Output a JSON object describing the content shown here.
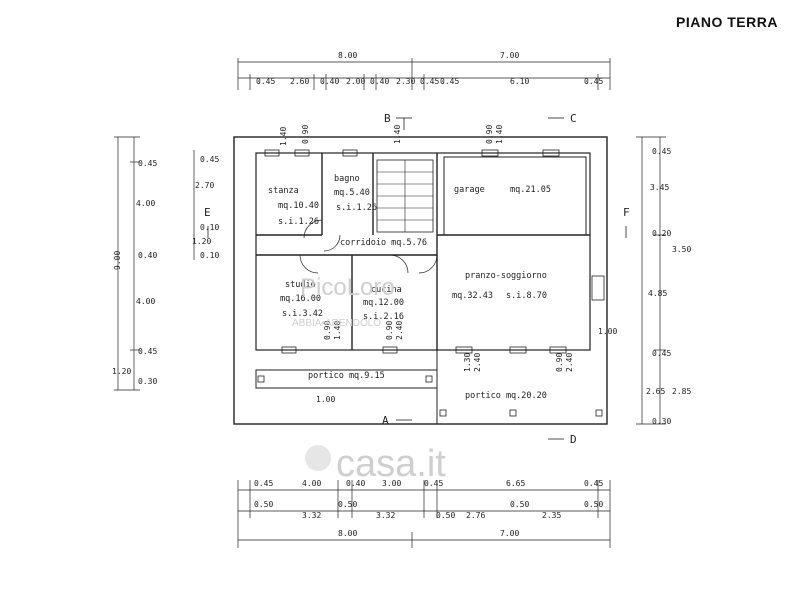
{
  "floor_title": "PIANO TERRA",
  "rooms": {
    "stanza": {
      "name": "stanza",
      "area": "mq.10.40",
      "si": "s.i.1.26"
    },
    "bagno": {
      "name": "bagno",
      "area": "mq.5.40",
      "si": "s.i.1.26"
    },
    "garage": {
      "name": "garage",
      "area": "mq.21.05"
    },
    "corridoio": {
      "name": "corridoio mq.5.76"
    },
    "studio": {
      "name": "studio",
      "area": "mq.16.00",
      "si": "s.i.3.42"
    },
    "cucina": {
      "name": "cucina",
      "area": "mq.12.00",
      "si": "s.i.2.16"
    },
    "pranzo": {
      "name": "pranzo-soggiorno",
      "area": "mq.32.43",
      "si": "s.i.8.70"
    },
    "portico1": {
      "name": "portico mq.9.15"
    },
    "portico2": {
      "name": "portico mq.20.20"
    }
  },
  "sections": {
    "a": "A",
    "b": "B",
    "c": "C",
    "d": "D",
    "e": "E",
    "f": "F"
  },
  "dims": {
    "top_total_left": "8.00",
    "top_total_right": "7.00",
    "top_0": "0.45",
    "top_1": "2.60",
    "top_2": "0.40",
    "top_3": "2.00",
    "top_4": "0.40",
    "top_5": "2.30",
    "top_6": "0.45",
    "top_7": "0.45",
    "top_8": "6.10",
    "top_9": "0.45",
    "bot1_0": "0.45",
    "bot1_1": "4.00",
    "bot1_2": "0.40",
    "bot1_3": "3.00",
    "bot1_4": "0.45",
    "bot1_5": "6.65",
    "bot1_6": "0.45",
    "bot2_0": "0.50",
    "bot2_1": "3.32",
    "bot2_2": "0.50",
    "bot2_3": "3.32",
    "bot2_4": "0.50",
    "bot2_5": "2.76",
    "bot2_6": "0.50",
    "bot2_7": "2.35",
    "bot2_8": "0.50",
    "bot3_left": "8.00",
    "bot3_right": "7.00",
    "left_total": "9.00",
    "left_0": "0.45",
    "left_1": "4.00",
    "left_2": "0.40",
    "left_3": "4.00",
    "left_4": "0.45",
    "left_5": "1.20",
    "left_6": "0.30",
    "left_in_0": "0.45",
    "left_in_1": "2.70",
    "left_in_2": "0.10",
    "left_in_3": "1.20",
    "left_in_4": "0.10",
    "right_total": "3.50",
    "right_0": "0.45",
    "right_1": "3.45",
    "right_2": "0.20",
    "right_3": "4.85",
    "right_4": "0.45",
    "right_5": "2.65",
    "right_6": "2.85",
    "right_7": "0.30",
    "portico_width": "1.00",
    "garage_side": "1.00",
    "win_0": "1.40",
    "win_1": "0.90",
    "win_2": "1.40",
    "win_3": "0.90",
    "win_4": "1.40",
    "win_b_0": "0.90",
    "win_b_1": "1.40",
    "win_b_2": "1.30",
    "win_b_3": "2.40",
    "win_b_4": "0.90",
    "win_b_5": "2.40",
    "win_b_6": "0.90",
    "win_b_7": "2.40"
  },
  "watermark": {
    "line1": "PicoLoro",
    "line2": "ABBIA•ARENDOLO",
    "brand": "casa.it"
  }
}
